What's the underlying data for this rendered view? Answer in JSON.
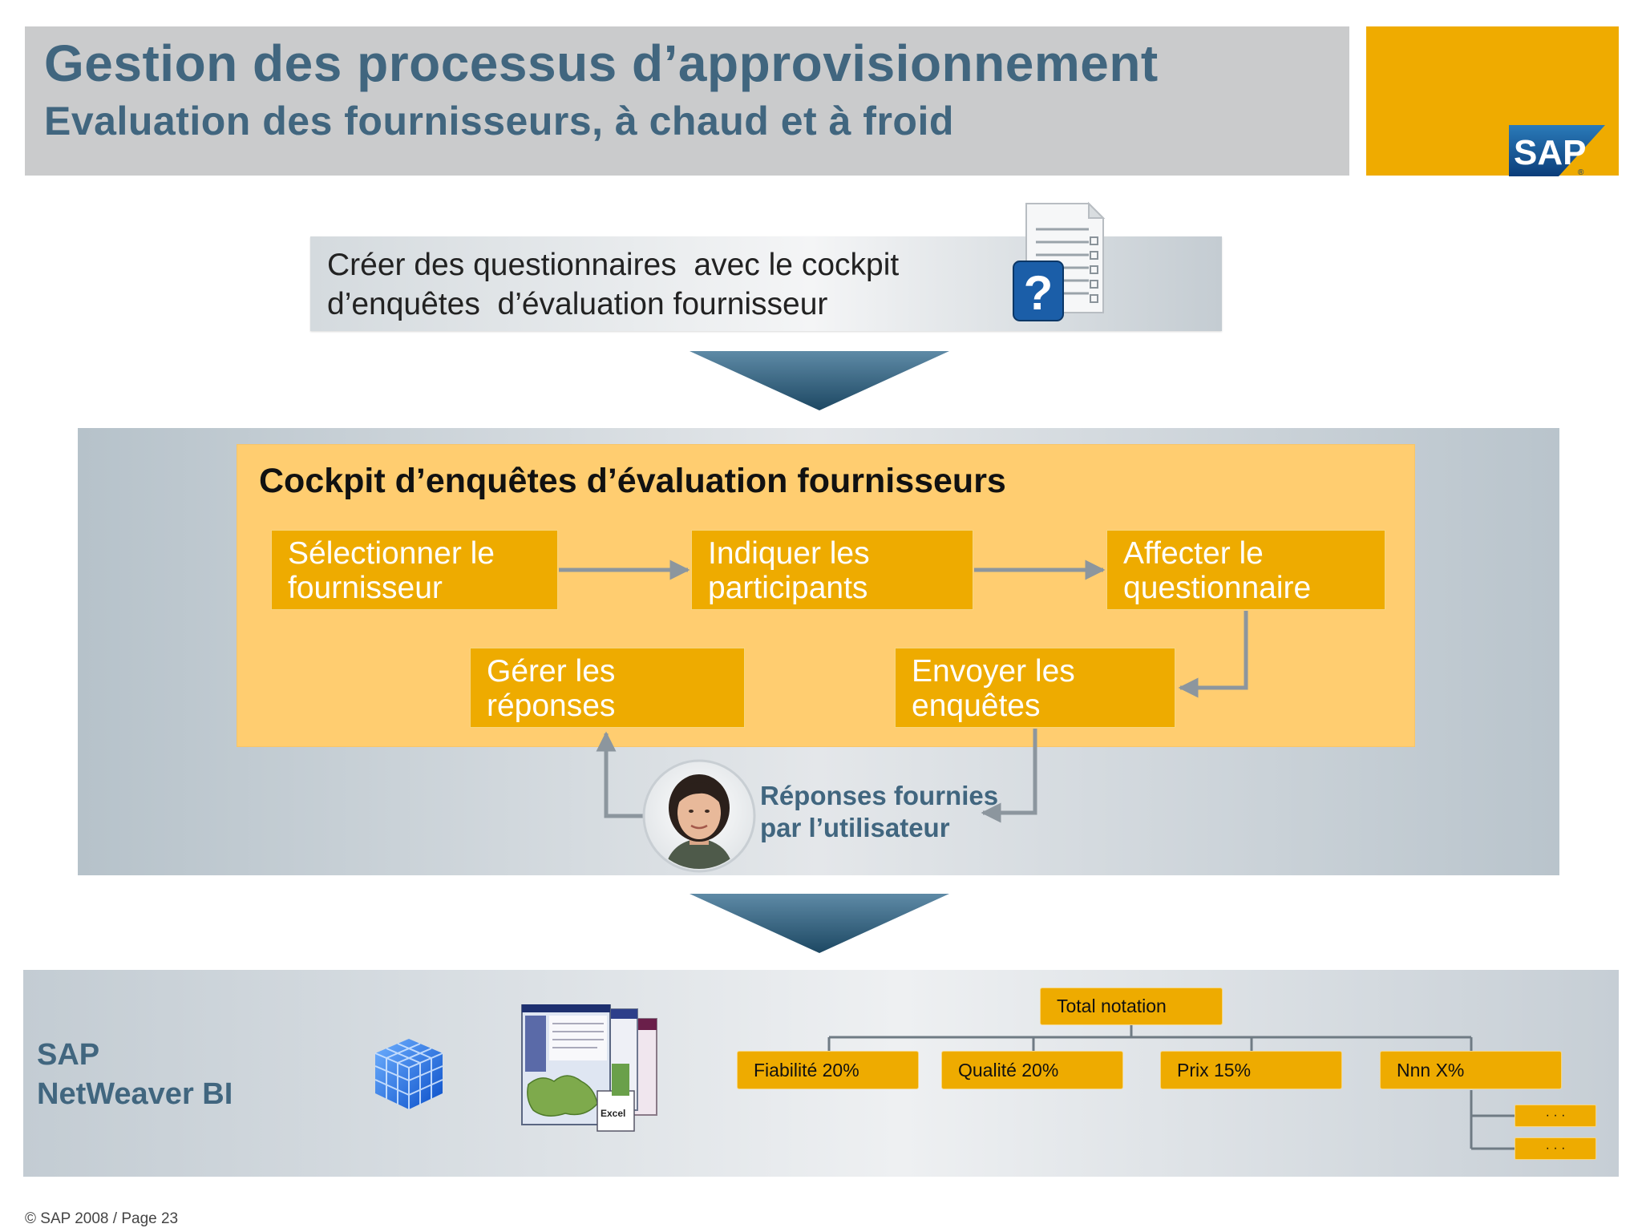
{
  "header": {
    "title": "Gestion des processus d’approvisionnement",
    "subtitle": "Evaluation des fournisseurs, à chaud et à froid",
    "logo_text": "SAP",
    "accent_color": "#efab00",
    "title_color": "#41667f"
  },
  "top_box": {
    "text": "Créer des questionnaires  avec le cockpit\nd’enquêtes  d’évaluation fournisseur",
    "icon": "questionnaire-document-icon"
  },
  "cockpit": {
    "title": "Cockpit d’enquêtes d’évaluation fournisseurs",
    "steps": [
      {
        "label": "Sélectionner le fournisseur"
      },
      {
        "label": "Indiquer les participants"
      },
      {
        "label": "Affecter le questionnaire"
      },
      {
        "label": "Envoyer les enquêtes"
      },
      {
        "label": "Gérer les réponses"
      }
    ],
    "user_label": "Réponses fournies\npar l’utilisateur",
    "user_icon": "user-avatar-icon"
  },
  "bi": {
    "label": "SAP\nNetWeaver BI",
    "icons": [
      "cube-icon",
      "reports-screens-icon"
    ],
    "tree": {
      "root": "Total  notation",
      "children": [
        "Fiabilité 20%",
        "Qualité 20%",
        "Prix 15%",
        "Nnn X%"
      ],
      "sub_children": [
        "· · ·",
        "· · ·"
      ]
    }
  },
  "footer": "© SAP 2008 / Page 23"
}
